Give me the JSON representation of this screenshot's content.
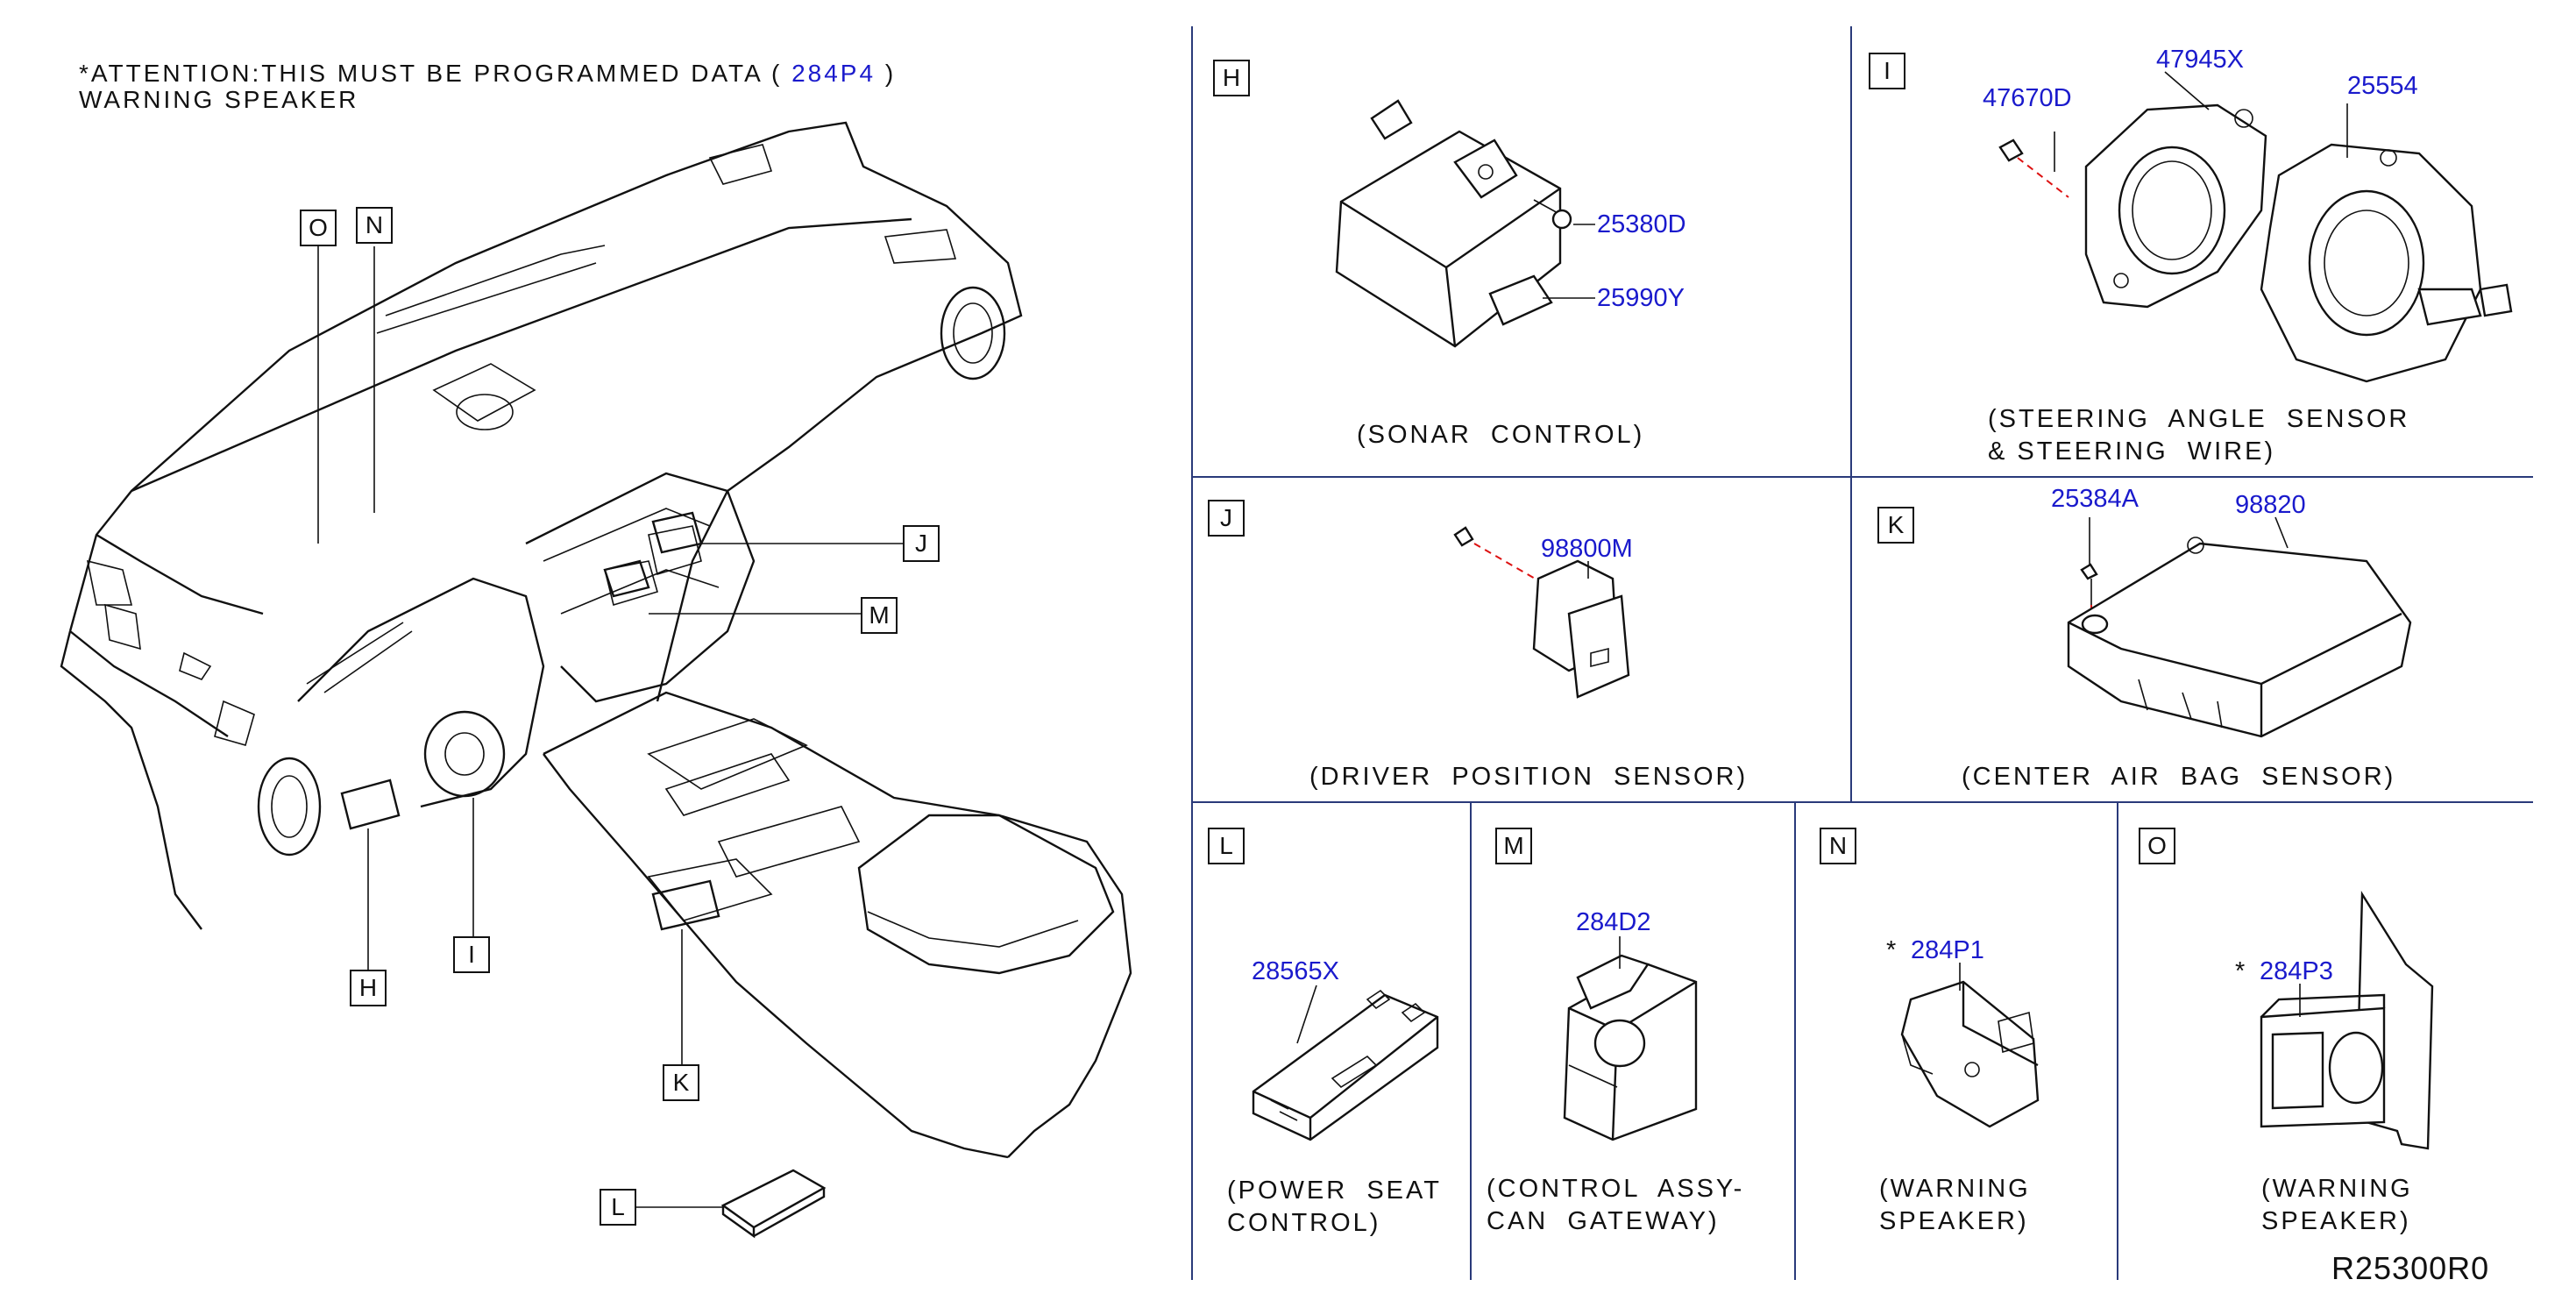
{
  "header_note": {
    "line1_prefix": "*ATTENTION:THIS  MUST  BE  PROGRAMMED  DATA  (",
    "line1_code": "284P4",
    "line1_suffix": ")",
    "line2": "WARNING  SPEAKER"
  },
  "overview_callouts": [
    "O",
    "N",
    "J",
    "M",
    "H",
    "I",
    "K",
    "L"
  ],
  "panels": {
    "H": {
      "letter": "H",
      "part_numbers": [
        "25380D",
        "25990Y"
      ],
      "caption": "(SONAR  CONTROL)"
    },
    "I": {
      "letter": "I",
      "part_numbers": [
        "47670D",
        "47945X",
        "25554"
      ],
      "caption": "(STEERING  ANGLE  SENSOR\n& STEERING  WIRE)"
    },
    "J": {
      "letter": "J",
      "part_numbers": [
        "98800M"
      ],
      "caption": "(DRIVER  POSITION  SENSOR)"
    },
    "K": {
      "letter": "K",
      "part_numbers": [
        "25384A",
        "98820"
      ],
      "caption": "(CENTER  AIR  BAG  SENSOR)"
    },
    "L": {
      "letter": "L",
      "part_numbers": [
        "28565X"
      ],
      "caption": "(POWER  SEAT\nCONTROL)"
    },
    "M": {
      "letter": "M",
      "part_numbers": [
        "284D2"
      ],
      "caption": "(CONTROL  ASSY-\nCAN  GATEWAY)"
    },
    "N": {
      "letter": "N",
      "asterisk": "*",
      "part_numbers": [
        "284P1"
      ],
      "caption": "(WARNING\nSPEAKER)"
    },
    "O": {
      "letter": "O",
      "asterisk": "*",
      "part_numbers": [
        "284P3"
      ],
      "caption": "(WARNING\nSPEAKER)"
    }
  },
  "figure_ref": "R25300R0",
  "colors": {
    "part_number": "#1a1acc",
    "leader_dash": "#dd1111",
    "grid": "#2a3a7a"
  }
}
